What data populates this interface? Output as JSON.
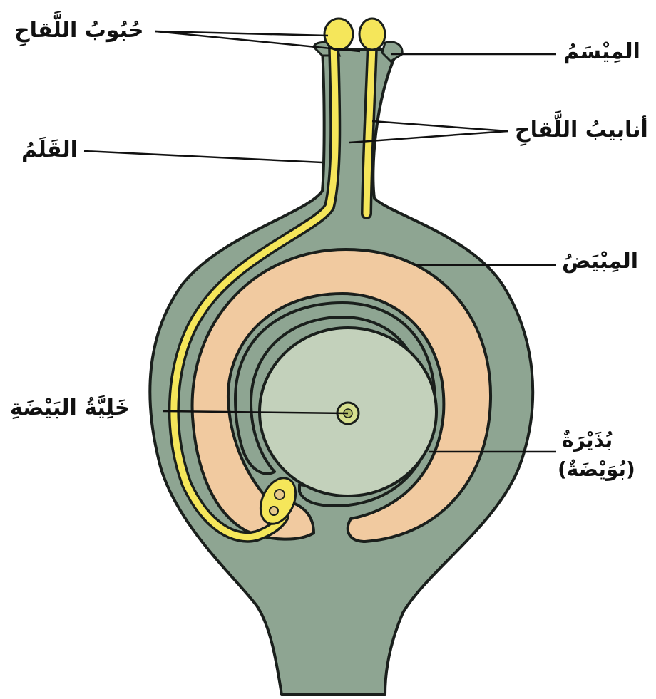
{
  "labels": {
    "pollen_grains": "حُبُوبُ اللَّقاحِ",
    "stigma": "المِيْسَمُ",
    "pollen_tubes": "أنابيبُ اللَّقاحِ",
    "style": "القَلَمُ",
    "ovary": "المِبْيَضُ",
    "egg_cell": "خَلِيَّةُ البَيْضَةِ",
    "ovule": "بُذَيْرَةٌ",
    "ovule_alt": "(بُوَيْضَةٌ)"
  },
  "colors": {
    "green_tissue": "#8ea592",
    "dark_outline": "#1a1f1c",
    "pollen_yellow": "#f5e65a",
    "ovule_tan": "#f1caa0",
    "nucellus": "#c3d1bb",
    "background": "#ffffff"
  }
}
